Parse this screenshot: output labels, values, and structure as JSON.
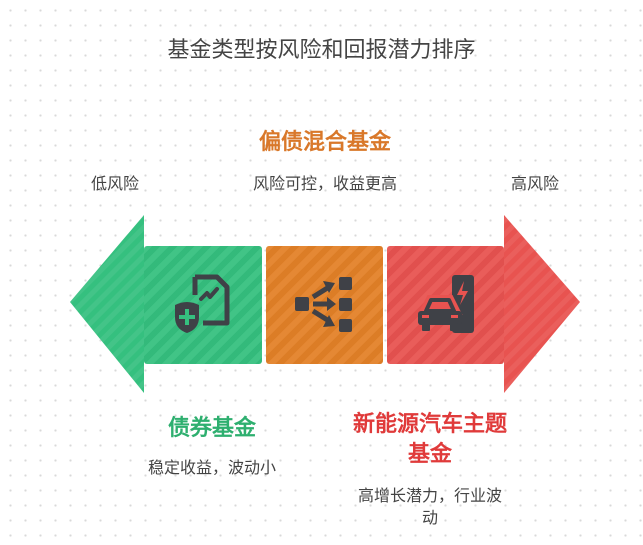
{
  "title": "基金类型按风险和回报潜力排序",
  "scale": {
    "low_label": "低风险",
    "high_label": "高风险"
  },
  "colors": {
    "green": "#35c07f",
    "orange": "#e38127",
    "red": "#e85350",
    "icon": "#3f4147",
    "text": "#444444"
  },
  "funds": [
    {
      "name": "债券基金",
      "description": "稳定收益，波动小",
      "color": "#2eaf6f",
      "icon": "shield-chart-icon"
    },
    {
      "name": "偏债混合基金",
      "description": "风险可控，收益更高",
      "color": "#d9782a",
      "icon": "distribution-arrows-icon"
    },
    {
      "name_line1": "新能源汽车主题",
      "name_line2": "基金",
      "description_line1": "高增长潜力，行业波",
      "description_line2": "动",
      "color": "#e03a3a",
      "icon": "ev-charging-car-icon"
    }
  ]
}
